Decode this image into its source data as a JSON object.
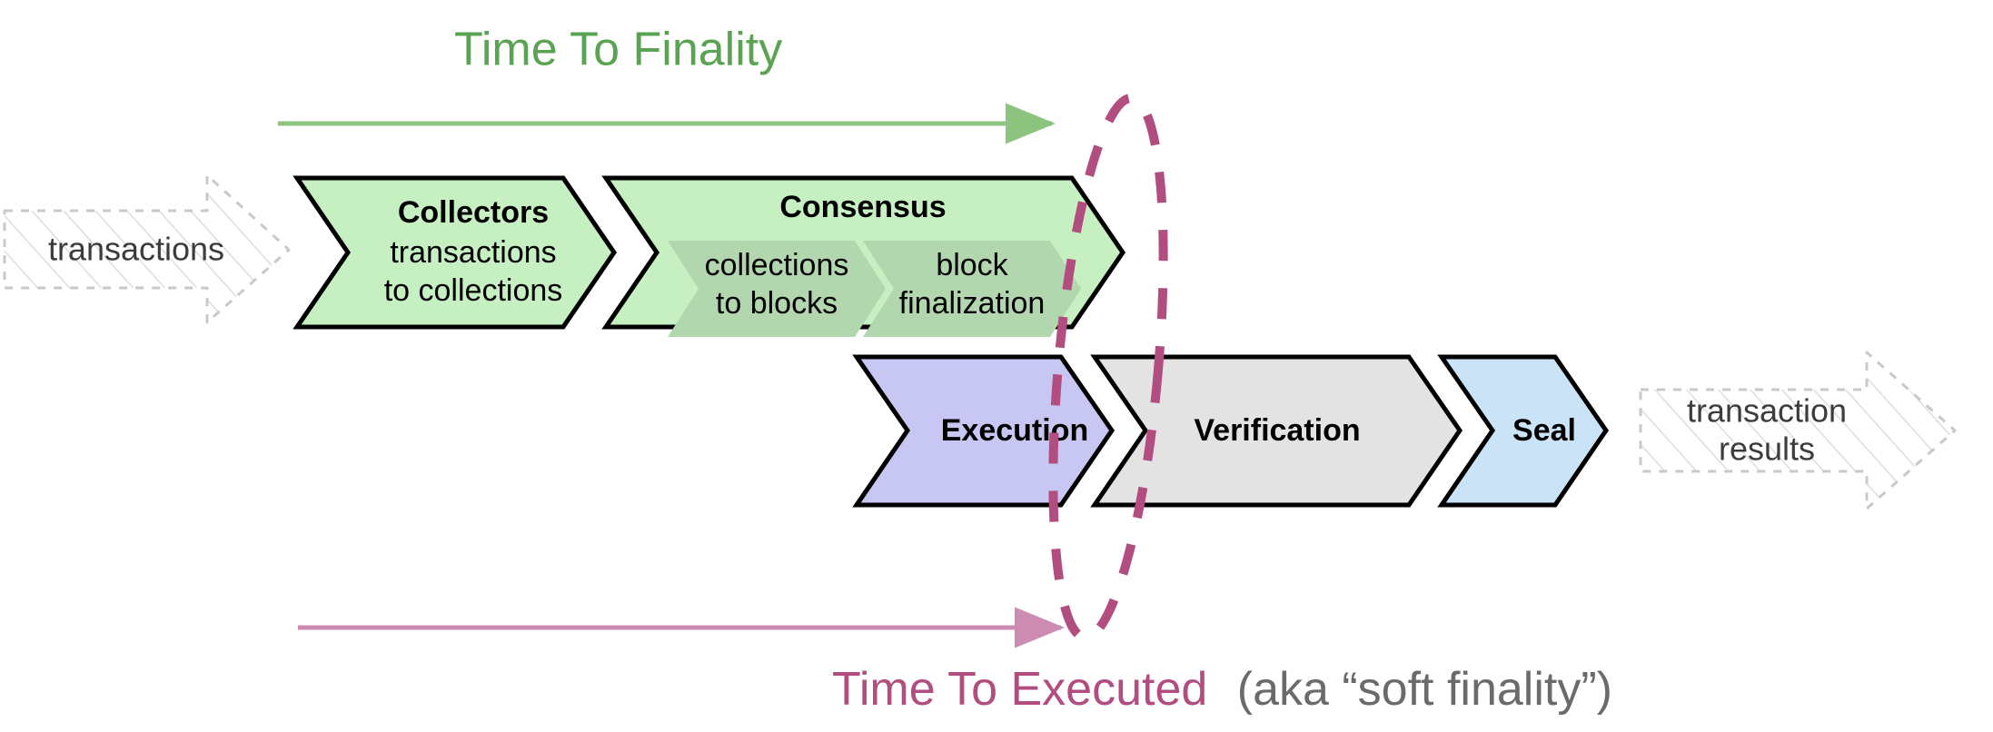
{
  "diagram": {
    "title_top": "Time To Finality",
    "title_bottom_accent": "Time To Executed",
    "title_bottom_muted": "(aka “soft finality”)",
    "colors": {
      "green_accent": "#5aa353",
      "green_fill": "#c6f0c2",
      "green_inner_fill": "#b2d6ae",
      "magenta_accent": "#b24d80",
      "magenta_line": "#cc8cb2",
      "purple_fill": "#c8c6f2",
      "gray_fill": "#e3e3e3",
      "blue_fill": "#cbe3f7",
      "ghost_stroke": "#c9c9c9",
      "outline": "#000000"
    },
    "ghost_inputs": [
      {
        "name": "transactions-ghost",
        "label": "transactions"
      }
    ],
    "ghost_outputs": [
      {
        "name": "transaction-results-ghost",
        "label_line1": "transaction",
        "label_line2": "results"
      }
    ],
    "pipeline_top": [
      {
        "id": "collectors",
        "title": "Collectors",
        "sub_line1": "transactions",
        "sub_line2": "to collections",
        "fill": "#c6f0c2",
        "inner_steps": []
      },
      {
        "id": "consensus",
        "title": "Consensus",
        "sub_line1": "",
        "sub_line2": "",
        "fill": "#c6f0c2",
        "inner_steps": [
          {
            "id": "collections-to-blocks",
            "line1": "collections",
            "line2": "to blocks"
          },
          {
            "id": "block-finalization",
            "line1": "block",
            "line2": "finalization"
          }
        ]
      }
    ],
    "pipeline_bottom": [
      {
        "id": "execution",
        "title": "Execution",
        "fill": "#c8c6f2"
      },
      {
        "id": "verification",
        "title": "Verification",
        "fill": "#e3e3e3"
      },
      {
        "id": "seal",
        "title": "Seal",
        "fill": "#cbe3f7"
      }
    ],
    "annotations": {
      "finality_marker": "dashed-ellipse-finality-boundary",
      "top_arrow": "time-to-finality-arrow",
      "bottom_arrow": "time-to-executed-arrow"
    }
  }
}
